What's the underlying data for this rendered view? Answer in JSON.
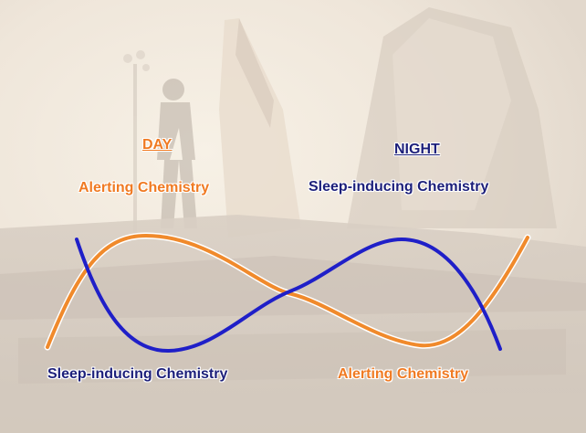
{
  "day": {
    "heading": "DAY",
    "subtitle": "Alerting Chemistry"
  },
  "night": {
    "heading": "NIGHT",
    "subtitle": "Sleep-inducing Chemistry"
  },
  "bottom": {
    "left_label": "Sleep-inducing Chemistry",
    "right_label": "Alerting Chemistry"
  },
  "colors": {
    "alerting": "#f08a2c",
    "sleep": "#1f1fc8",
    "heading_day": "#f07a22",
    "heading_night": "#1c1f7a"
  },
  "background": {
    "description_icon": "aircraft-hangar-photo"
  }
}
